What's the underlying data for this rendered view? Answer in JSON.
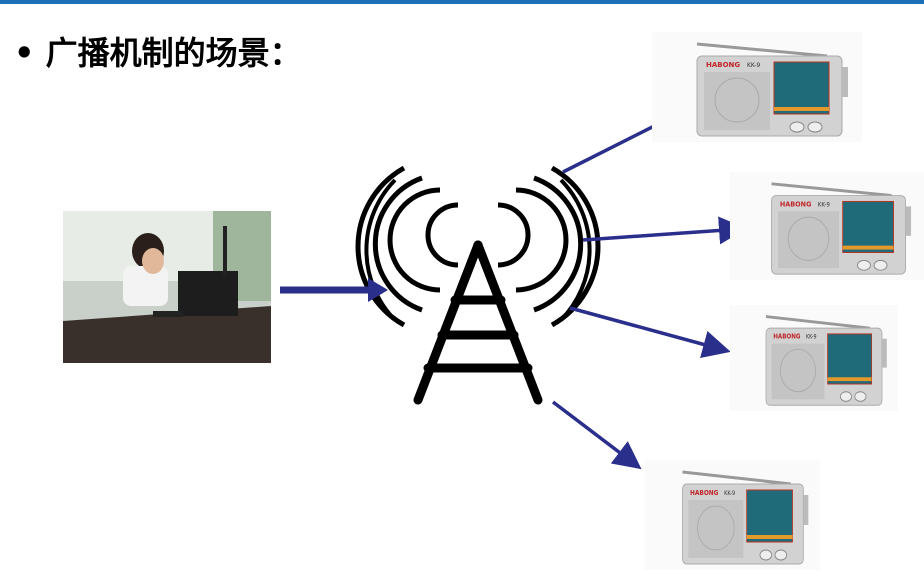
{
  "slide": {
    "bullet": "•",
    "title": "广播机制的场景："
  },
  "radio": {
    "brand": "HABONG",
    "model": "KK-9"
  },
  "colors": {
    "arrow": "#2b2f8c",
    "topbar": "#1b6fb5"
  }
}
